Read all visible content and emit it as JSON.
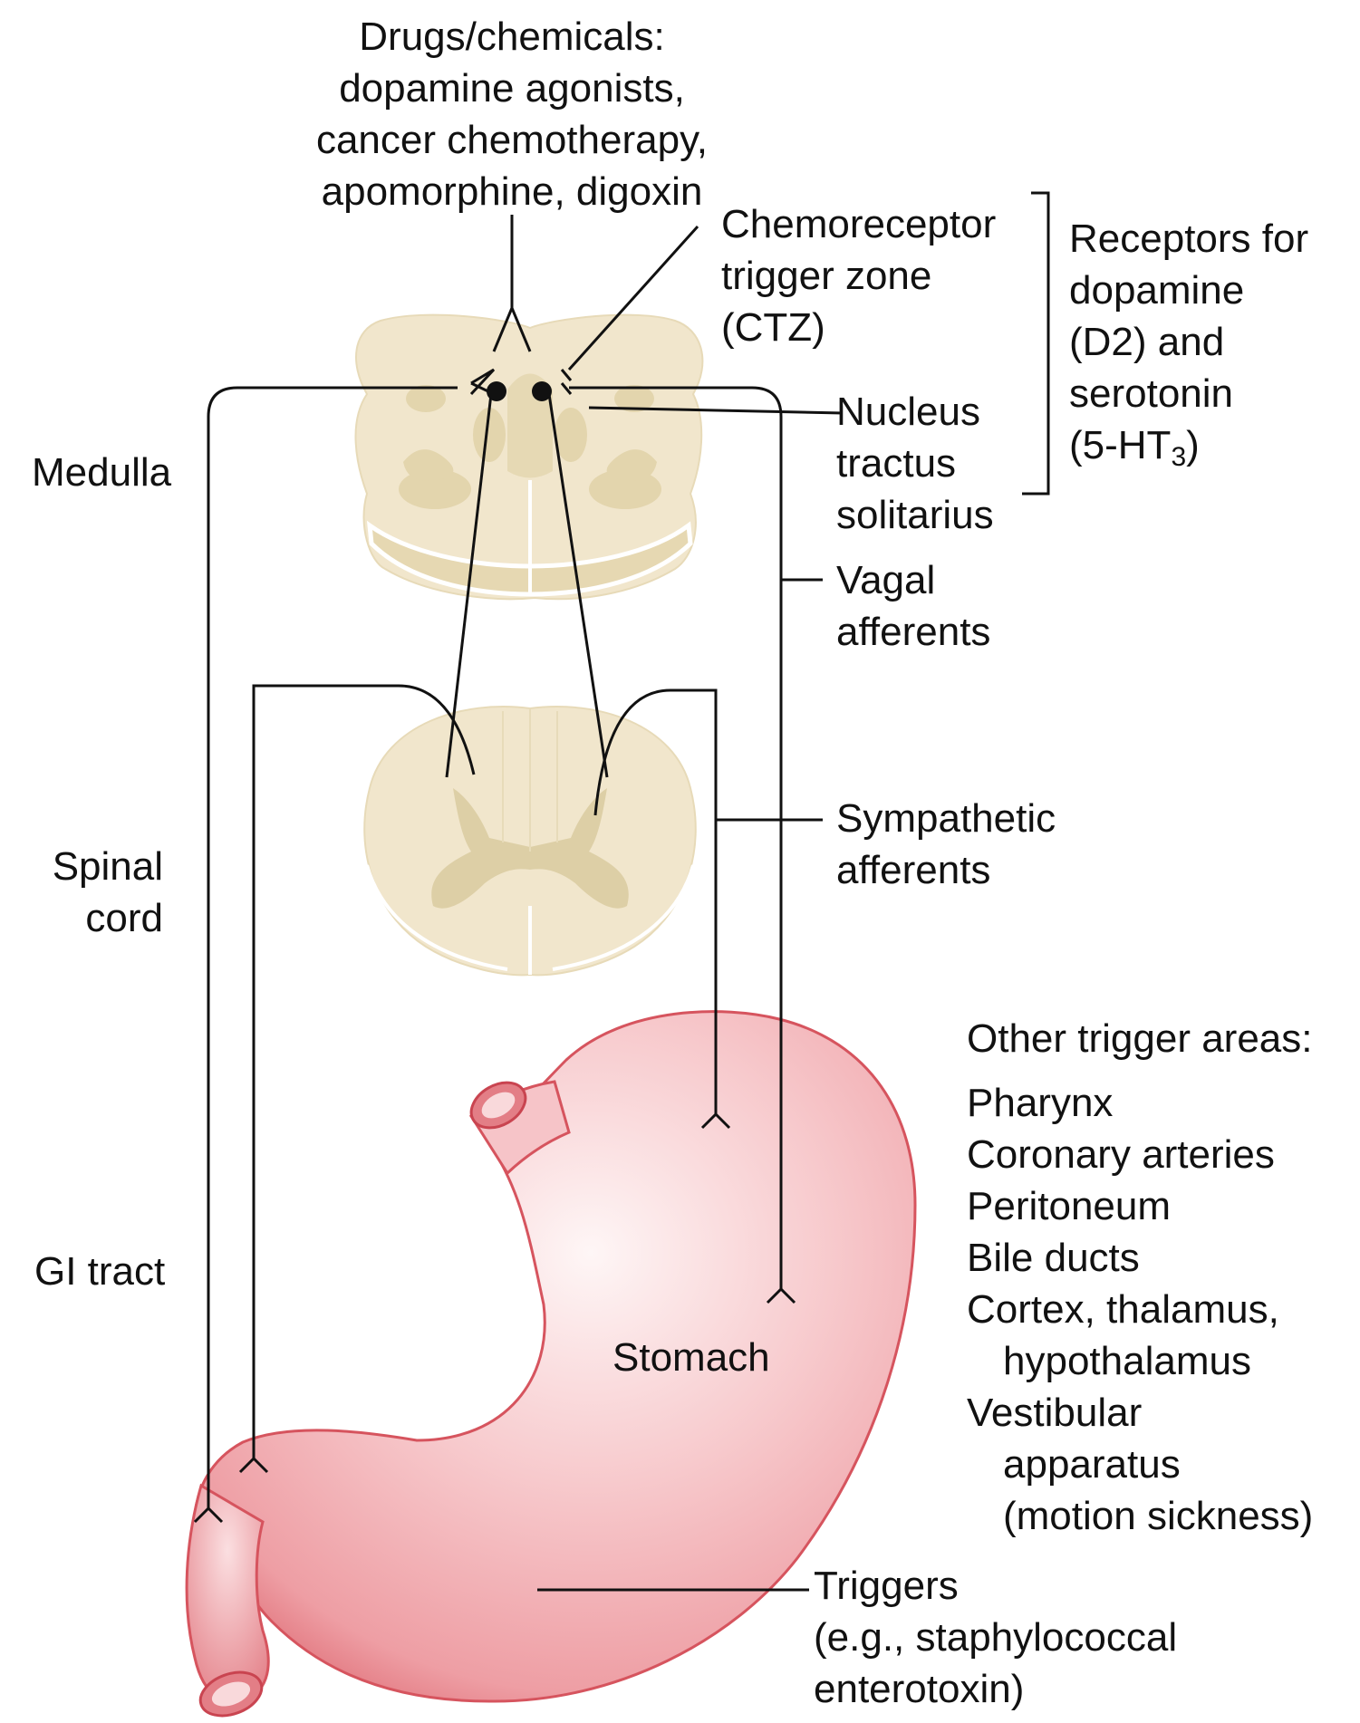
{
  "labels": {
    "drugs": [
      "Drugs/chemicals:",
      "dopamine agonists,",
      "cancer chemotherapy,",
      "apomorphine, digoxin"
    ],
    "ctz": [
      "Chemoreceptor",
      "trigger zone",
      "(CTZ)"
    ],
    "receptors": {
      "line1": "Receptors for",
      "line2": "dopamine",
      "line3": "(D2) and",
      "line4": "serotonin",
      "line5_pre": "(5-HT",
      "line5_sub": "3",
      "line5_post": ")"
    },
    "nts": [
      "Nucleus",
      "tractus",
      "solitarius"
    ],
    "medulla": "Medulla",
    "vagal": [
      "Vagal",
      "afferents"
    ],
    "sympathetic": [
      "Sympathetic",
      "afferents"
    ],
    "spinal_cord": [
      "Spinal",
      "cord"
    ],
    "other_title": "Other trigger areas:",
    "other_items": [
      "Pharynx",
      "Coronary arteries",
      "Peritoneum",
      "Bile ducts",
      "Cortex, thalamus,",
      "hypothalamus",
      "Vestibular",
      "apparatus",
      "(motion sickness)"
    ],
    "gi_tract": "GI tract",
    "stomach": "Stomach",
    "triggers": [
      "Triggers",
      "(e.g., staphylococcal",
      "enterotoxin)"
    ]
  },
  "colors": {
    "tissue_fill": "#f1e6cc",
    "tissue_dark": "#dcd0a8",
    "tissue_outline": "#ffffff",
    "stomach_fill": "#f4b7bb",
    "stomach_edge": "#d6545e",
    "stomach_highlight": "#fdf3f3",
    "line": "#111111"
  }
}
